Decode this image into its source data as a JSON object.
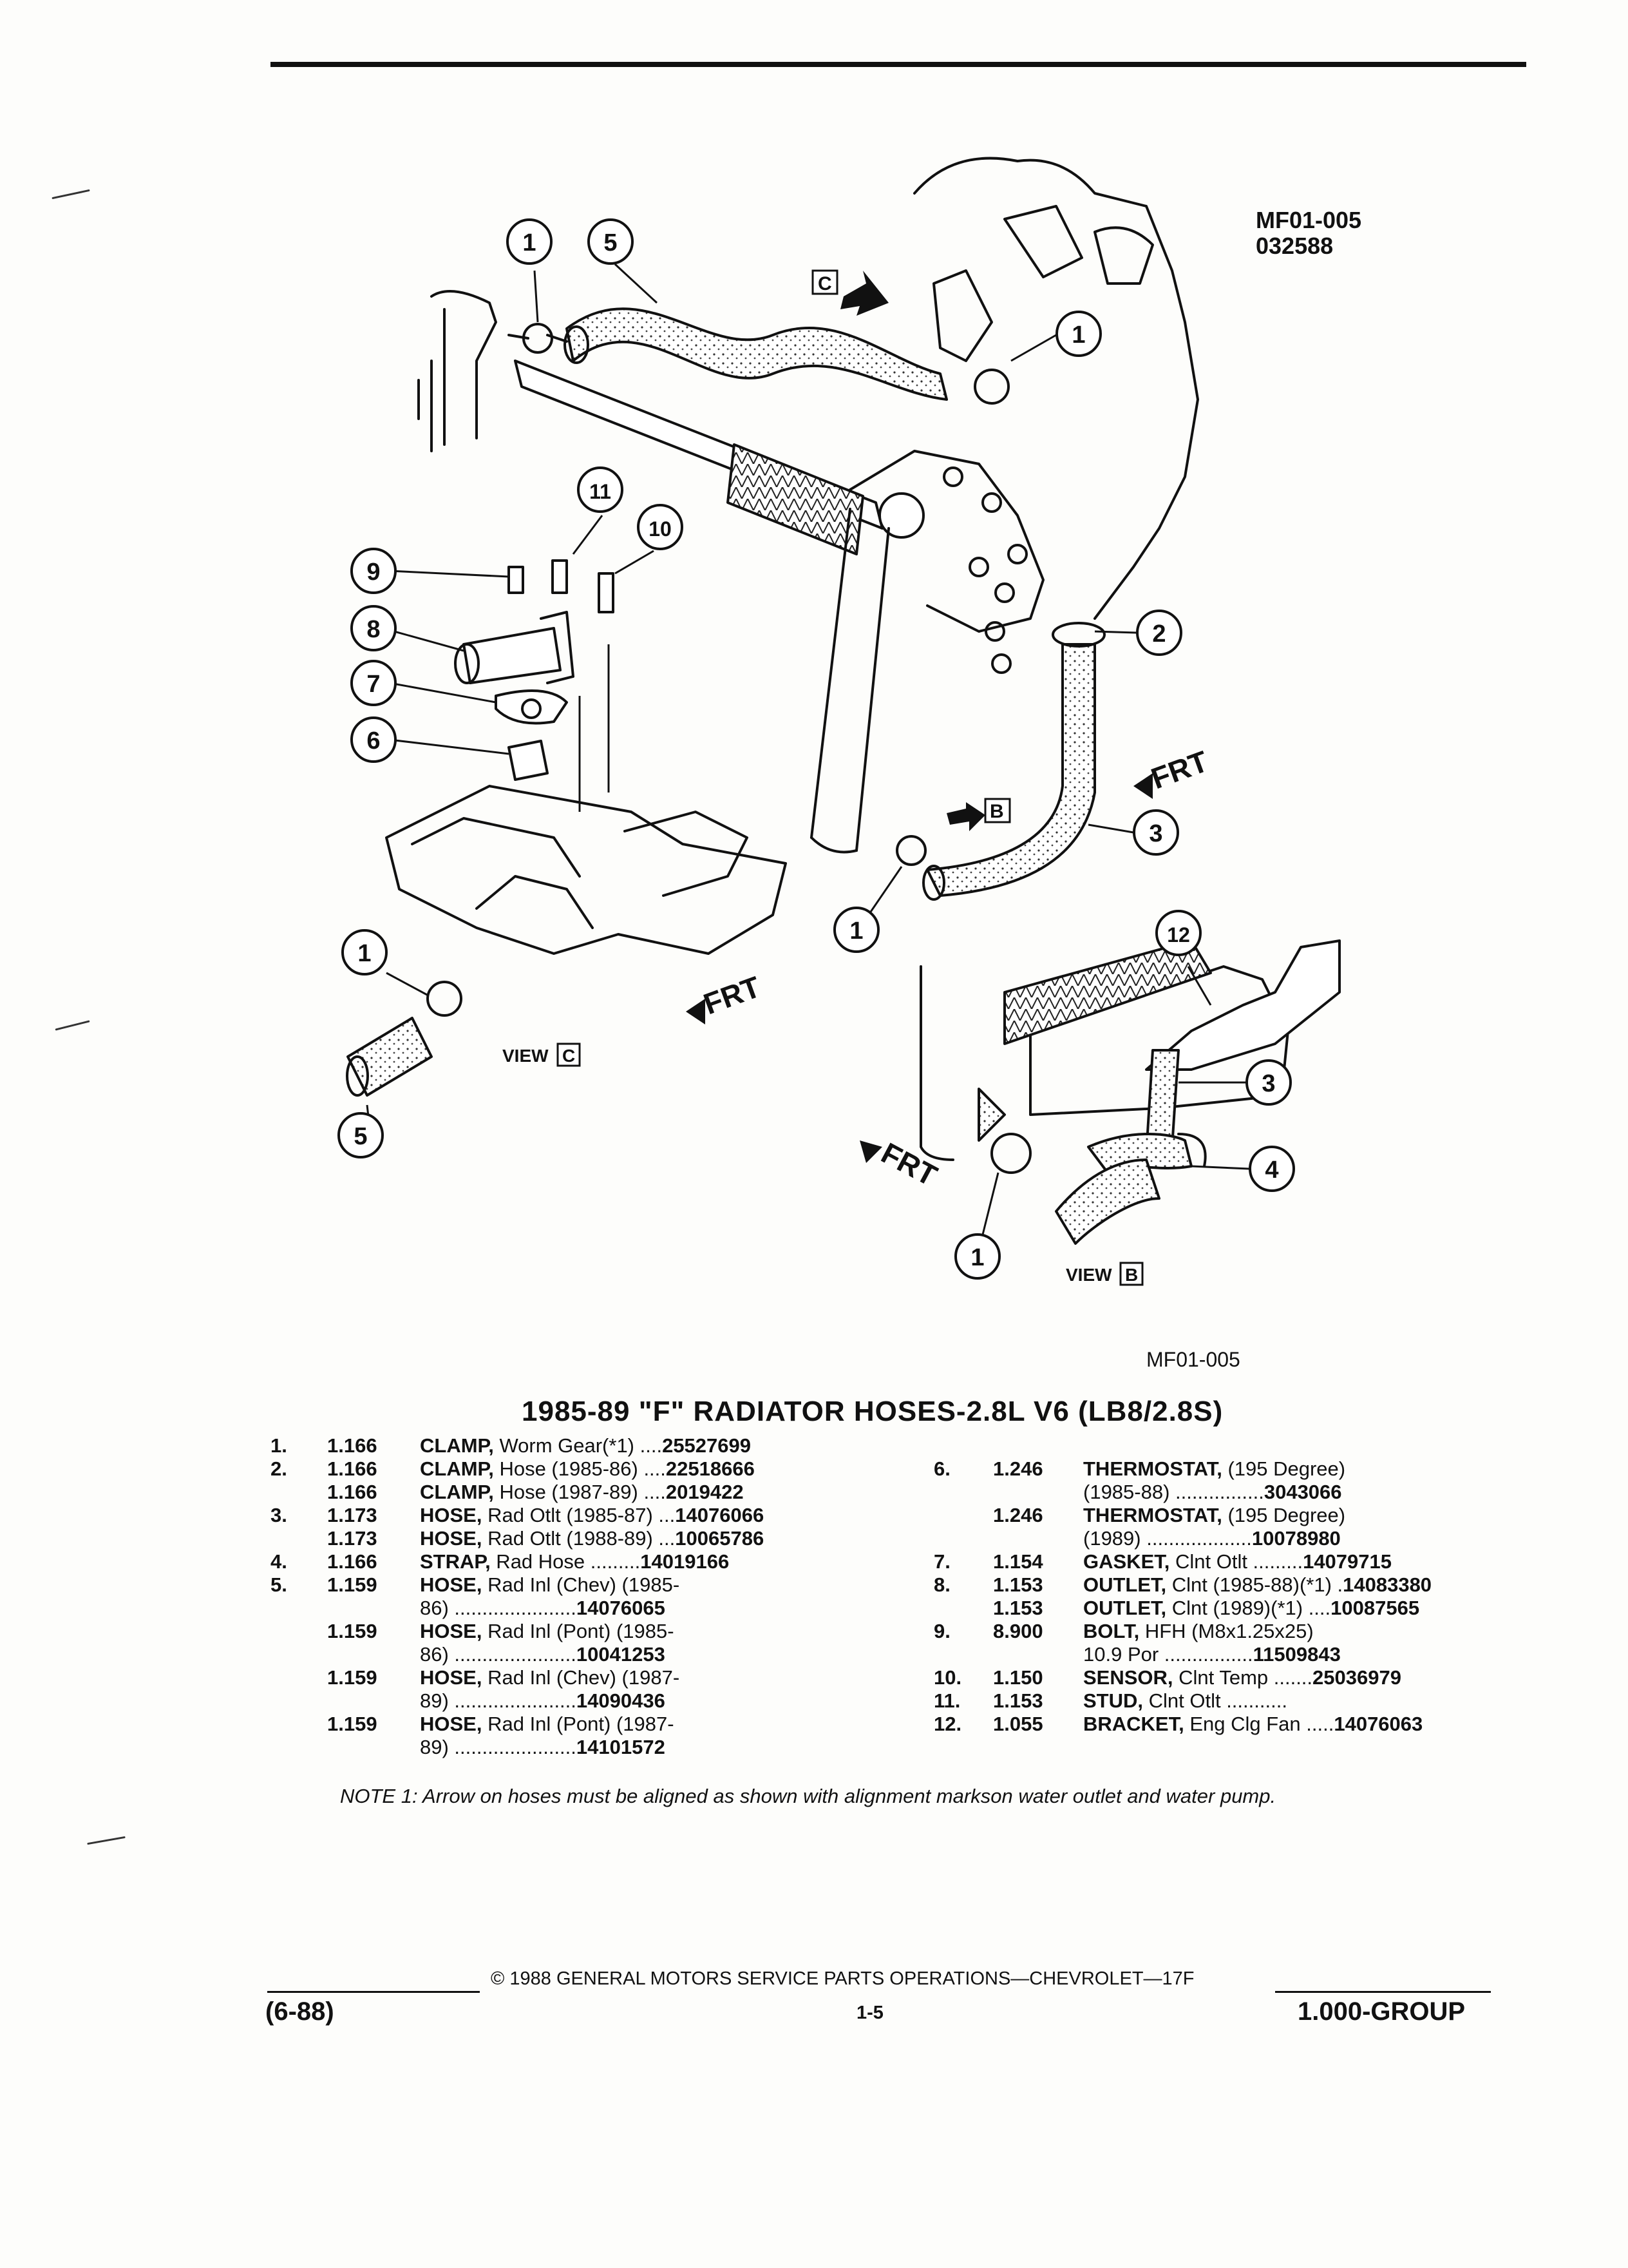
{
  "figure": {
    "id_line1": "MF01-005",
    "id_line2": "032588",
    "caption_id": "MF01-005",
    "view_c_label": "VIEW",
    "view_c_letter": "C",
    "view_b_label": "VIEW",
    "view_b_letter": "B",
    "frt_label": "FRT",
    "callouts": [
      "1",
      "5",
      "1",
      "11",
      "10",
      "9",
      "8",
      "7",
      "6",
      "2",
      "3",
      "1",
      "1",
      "5",
      "12",
      "3",
      "4",
      "1"
    ],
    "arrow_c": "C",
    "arrow_b": "B"
  },
  "title": "1985-89 \"F\" RADIATOR HOSES-2.8L V6 (LB8/2.8S)",
  "parts_left": [
    {
      "num": "1.",
      "code": "1.166",
      "name": "CLAMP,",
      "desc": " Worm Gear(*1) ....",
      "pn": "25527699"
    },
    {
      "num": "2.",
      "code": "1.166",
      "name": "CLAMP,",
      "desc": " Hose (1985-86) ....",
      "pn": "22518666"
    },
    {
      "num": "",
      "code": "1.166",
      "name": "CLAMP,",
      "desc": " Hose (1987-89) ....",
      "pn": "2019422"
    },
    {
      "num": "3.",
      "code": "1.173",
      "name": "HOSE,",
      "desc": " Rad Otlt (1985-87) ...",
      "pn": "14076066"
    },
    {
      "num": "",
      "code": "1.173",
      "name": "HOSE,",
      "desc": " Rad Otlt (1988-89) ...",
      "pn": "10065786"
    },
    {
      "num": "4.",
      "code": "1.166",
      "name": "STRAP,",
      "desc": " Rad Hose .........",
      "pn": "14019166"
    },
    {
      "num": "5.",
      "code": "1.159",
      "name": "HOSE,",
      "desc": " Rad Inl (Chev) (1985-",
      "pn": ""
    },
    {
      "num": "",
      "code": "",
      "name": "",
      "desc": "86) ......................",
      "pn": "14076065"
    },
    {
      "num": "",
      "code": "1.159",
      "name": "HOSE,",
      "desc": " Rad Inl (Pont) (1985-",
      "pn": ""
    },
    {
      "num": "",
      "code": "",
      "name": "",
      "desc": "86) ......................",
      "pn": "10041253"
    },
    {
      "num": "",
      "code": "1.159",
      "name": "HOSE,",
      "desc": " Rad Inl (Chev) (1987-",
      "pn": ""
    },
    {
      "num": "",
      "code": "",
      "name": "",
      "desc": "89) ......................",
      "pn": "14090436"
    },
    {
      "num": "",
      "code": "1.159",
      "name": "HOSE,",
      "desc": " Rad Inl (Pont) (1987-",
      "pn": ""
    },
    {
      "num": "",
      "code": "",
      "name": "",
      "desc": "89) ......................",
      "pn": "14101572"
    }
  ],
  "parts_right": [
    {
      "num": "6.",
      "code": "1.246",
      "name": "THERMOSTAT,",
      "desc": " (195 Degree)",
      "pn": ""
    },
    {
      "num": "",
      "code": "",
      "name": "",
      "desc": "(1985-88) ................",
      "pn": "3043066"
    },
    {
      "num": "",
      "code": "1.246",
      "name": "THERMOSTAT,",
      "desc": " (195 Degree)",
      "pn": ""
    },
    {
      "num": "",
      "code": "",
      "name": "",
      "desc": "(1989) ...................",
      "pn": "10078980"
    },
    {
      "num": "7.",
      "code": "1.154",
      "name": "GASKET,",
      "desc": " Clnt Otlt .........",
      "pn": "14079715"
    },
    {
      "num": "8.",
      "code": "1.153",
      "name": "OUTLET,",
      "desc": " Clnt (1985-88)(*1) .",
      "pn": "14083380"
    },
    {
      "num": "",
      "code": "1.153",
      "name": "OUTLET,",
      "desc": " Clnt (1989)(*1) ....",
      "pn": "10087565"
    },
    {
      "num": "9.",
      "code": "8.900",
      "name": "BOLT,",
      "desc": " HFH (M8x1.25x25)",
      "pn": ""
    },
    {
      "num": "",
      "code": "",
      "name": "",
      "desc": "10.9 Por ................",
      "pn": "11509843"
    },
    {
      "num": "10.",
      "code": "1.150",
      "name": "SENSOR,",
      "desc": " Clnt Temp .......",
      "pn": "25036979"
    },
    {
      "num": "11.",
      "code": "1.153",
      "name": "STUD,",
      "desc": " Clnt Otlt ...........",
      "pn": ""
    },
    {
      "num": "12.",
      "code": "1.055",
      "name": "BRACKET,",
      "desc": " Eng Clg Fan .....",
      "pn": "14076063"
    }
  ],
  "note": "NOTE 1: Arrow on hoses must be aligned as shown with alignment markson water outlet and water pump.",
  "footer": {
    "copyright": "© 1988 GENERAL MOTORS SERVICE PARTS OPERATIONS—CHEVROLET—17F",
    "date": "(6-88)",
    "page": "1-5",
    "group": "1.000-GROUP"
  }
}
